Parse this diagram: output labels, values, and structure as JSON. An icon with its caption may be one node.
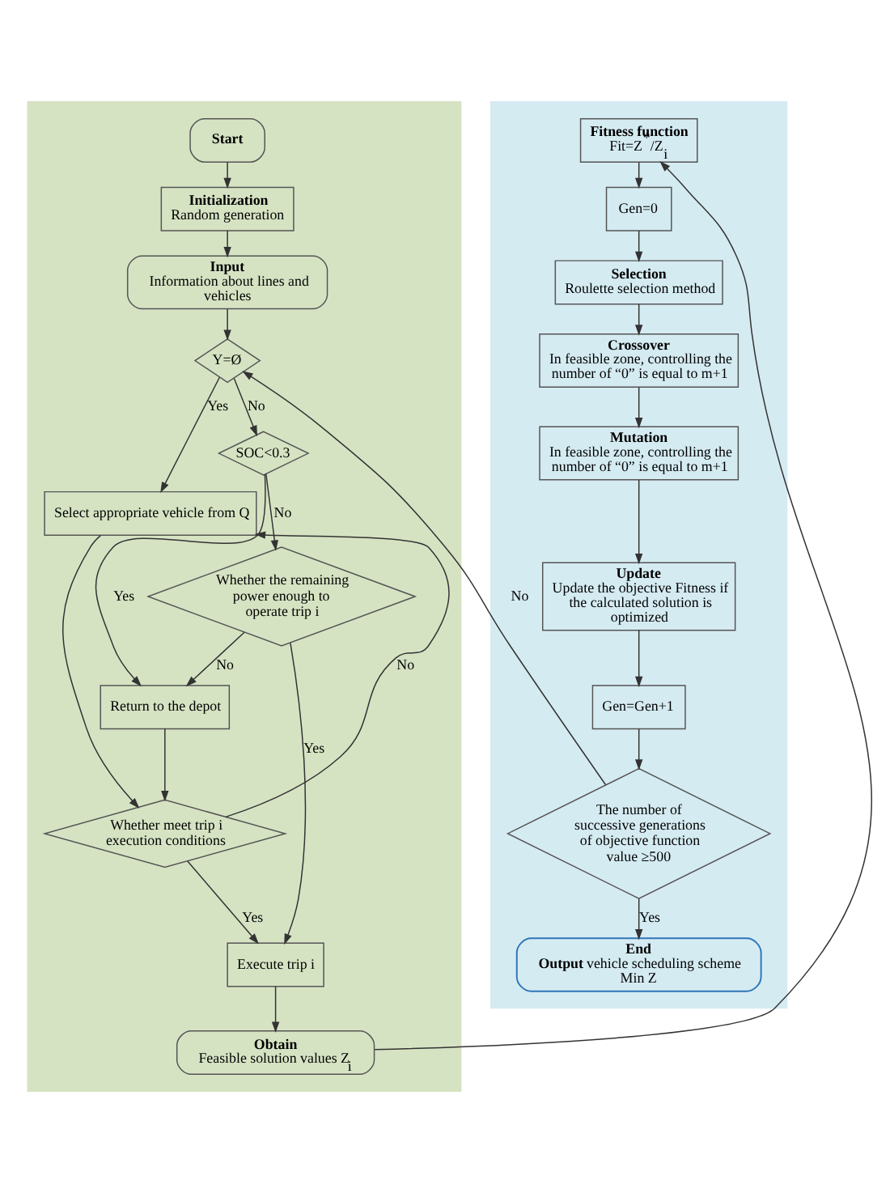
{
  "diagram": {
    "nodes": [
      {
        "text": [],
        "shape": "box"
      },
      {
        "text": [],
        "shape": "box"
      },
      {
        "text": [
          "Start"
        ],
        "in": 0
      },
      {
        "text": [
          "Initialization",
          "Random generation"
        ],
        "in": 0
      },
      {
        "text": [
          "Input",
          "Information about lines and vehicles"
        ],
        "in": 0
      },
      {
        "text": [
          "Y=Ø"
        ],
        "in": 0
      },
      {
        "text": [
          "SOC<0.3"
        ],
        "in": 0
      },
      {
        "text": [
          "Whether the remaining power enough to operate trip i"
        ],
        "in": 0
      },
      {
        "text": [
          "Return to the depot"
        ],
        "in": 0
      },
      {
        "text": [
          "Select appropriate vehicle from Q"
        ],
        "in": 0
      },
      {
        "text": [
          "Whether meet trip i execution conditions"
        ],
        "in": 0
      },
      {
        "text": [
          "Execute trip i"
        ],
        "in": 0
      },
      {
        "text": [
          "Obtain",
          "Feasible solution values Z$_{i}$"
        ],
        "in": 0
      },
      {
        "text": [
          "Fitness function",
          "Fit=Z$^{*}$/Z$_{i}$"
        ],
        "in": 1
      },
      {
        "text": [
          "Gen=0"
        ],
        "in": 1
      },
      {
        "text": [
          "Selection",
          "Roulette selection method"
        ],
        "in": 1
      },
      {
        "text": [
          "Crossover",
          "In feasible zone, controlling the number of “0” is equal to m+1"
        ],
        "in": 1
      },
      {
        "text": [
          "Mutation",
          "In feasible zone, controlling the number of “0” is equal to m+1"
        ],
        "in": 1
      },
      {
        "text": [
          "Update",
          "Update the objective Fitness if the calculated solution is optimized"
        ],
        "in": 1
      },
      {
        "text": [
          "Gen=Gen+1"
        ],
        "in": 1
      },
      {
        "text": [
          "The number of successive generations of objective function value ≥500"
        ],
        "in": 1
      },
      {
        "text": [
          "End",
          "**Output** vehicle scheduling scheme Min Z"
        ],
        "in": 1
      }
    ],
    "edges": [
      {
        "from": 2,
        "to": 3,
        "arrow": "to"
      },
      {
        "from": 3,
        "to": 4,
        "arrow": "to"
      },
      {
        "from": 4,
        "to": 5,
        "arrow": "to"
      },
      {
        "from": 5,
        "to": 9,
        "arrow": "to",
        "label": "Yes"
      },
      {
        "from": 5,
        "to": 6,
        "arrow": "to",
        "label": "No"
      },
      {
        "from": 6,
        "to": 8,
        "arrow": "to",
        "label": "Yes"
      },
      {
        "from": 6,
        "to": 7,
        "arrow": "to",
        "label": "No"
      },
      {
        "from": 7,
        "to": 11,
        "arrow": "to",
        "label": "Yes"
      },
      {
        "from": 7,
        "to": 8,
        "arrow": "to",
        "label": "No"
      },
      {
        "from": 8,
        "to": 10,
        "arrow": "to"
      },
      {
        "from": 9,
        "to": 10,
        "arrow": "to"
      },
      {
        "from": 10,
        "to": 9,
        "arrow": "to",
        "label": "No"
      },
      {
        "from": 10,
        "to": 11,
        "arrow": "to",
        "label": "Yes"
      },
      {
        "from": 11,
        "to": 12,
        "arrow": "to"
      },
      {
        "from": 12,
        "to": 13,
        "arrow": "to"
      },
      {
        "from": 13,
        "to": 14,
        "arrow": "to"
      },
      {
        "from": 14,
        "to": 15,
        "arrow": "to"
      },
      {
        "from": 15,
        "to": 16,
        "arrow": "to"
      },
      {
        "from": 16,
        "to": 17,
        "arrow": "to"
      },
      {
        "from": 17,
        "to": 18,
        "arrow": "to"
      },
      {
        "from": 18,
        "to": 19,
        "arrow": "to"
      },
      {
        "from": 19,
        "to": 20,
        "arrow": "to"
      },
      {
        "from": 20,
        "to": 5,
        "arrow": "to",
        "label": "No"
      },
      {
        "from": 20,
        "to": 21,
        "arrow": "to",
        "label": "Yes"
      }
    ]
  }
}
